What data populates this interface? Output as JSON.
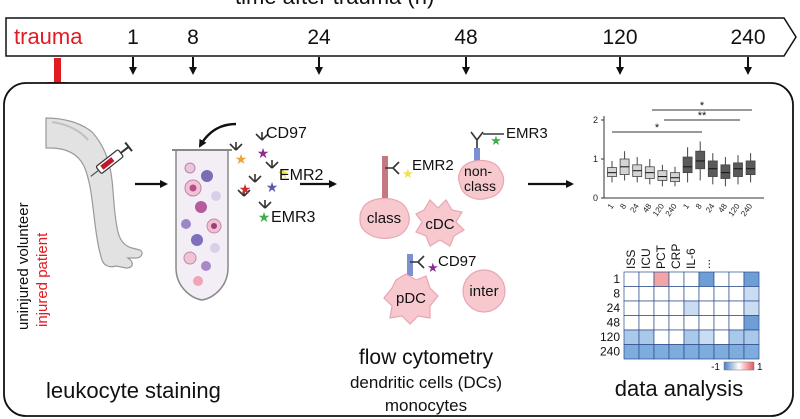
{
  "timeline": {
    "title": "time after trauma (h)",
    "start_label": "trauma",
    "points": [
      "1",
      "8",
      "24",
      "48",
      "120",
      "240"
    ]
  },
  "sections": {
    "staining": "leukocyte staining",
    "flow_title": "flow cytometry",
    "flow_line2": "dendritic cells (DCs)",
    "flow_line3": "monocytes",
    "analysis": "data analysis"
  },
  "subjects": {
    "volunteer": "uninjured volunteer",
    "patient": "injured patient"
  },
  "antibodies": [
    "CD97",
    "EMR2",
    "EMR3"
  ],
  "cell_types": {
    "class": "class",
    "nonclass": "non-\nclass",
    "cdc": "cDC",
    "pdc": "pDC",
    "inter": "inter"
  },
  "cell_markers": {
    "emr3": "EMR3",
    "emr2": "EMR2",
    "cd97": "CD97"
  },
  "boxplot": {
    "y_ticks": [
      "0",
      "1",
      "2"
    ],
    "x_labels": [
      "1",
      "8",
      "24",
      "48",
      "120",
      "240",
      "1",
      "8",
      "24",
      "48",
      "120",
      "240"
    ],
    "significance": [
      "*",
      "**",
      "*"
    ]
  },
  "heatmap": {
    "columns": [
      "ISS",
      "ICU",
      "PCT",
      "CRP",
      "IL-6",
      "..."
    ],
    "rows": [
      "1",
      "8",
      "24",
      "48",
      "120",
      "240"
    ],
    "legend_min": "-1",
    "legend_max": "1"
  },
  "colors": {
    "trauma_red": "#e11b22",
    "patient_red": "#e11b22",
    "cell_pink": "#f7c9cf",
    "box_light": "#d4d4d4",
    "box_dark": "#5a5a5a",
    "heat_blue": "#6d9fd6",
    "heat_red": "#f3a4a6"
  }
}
